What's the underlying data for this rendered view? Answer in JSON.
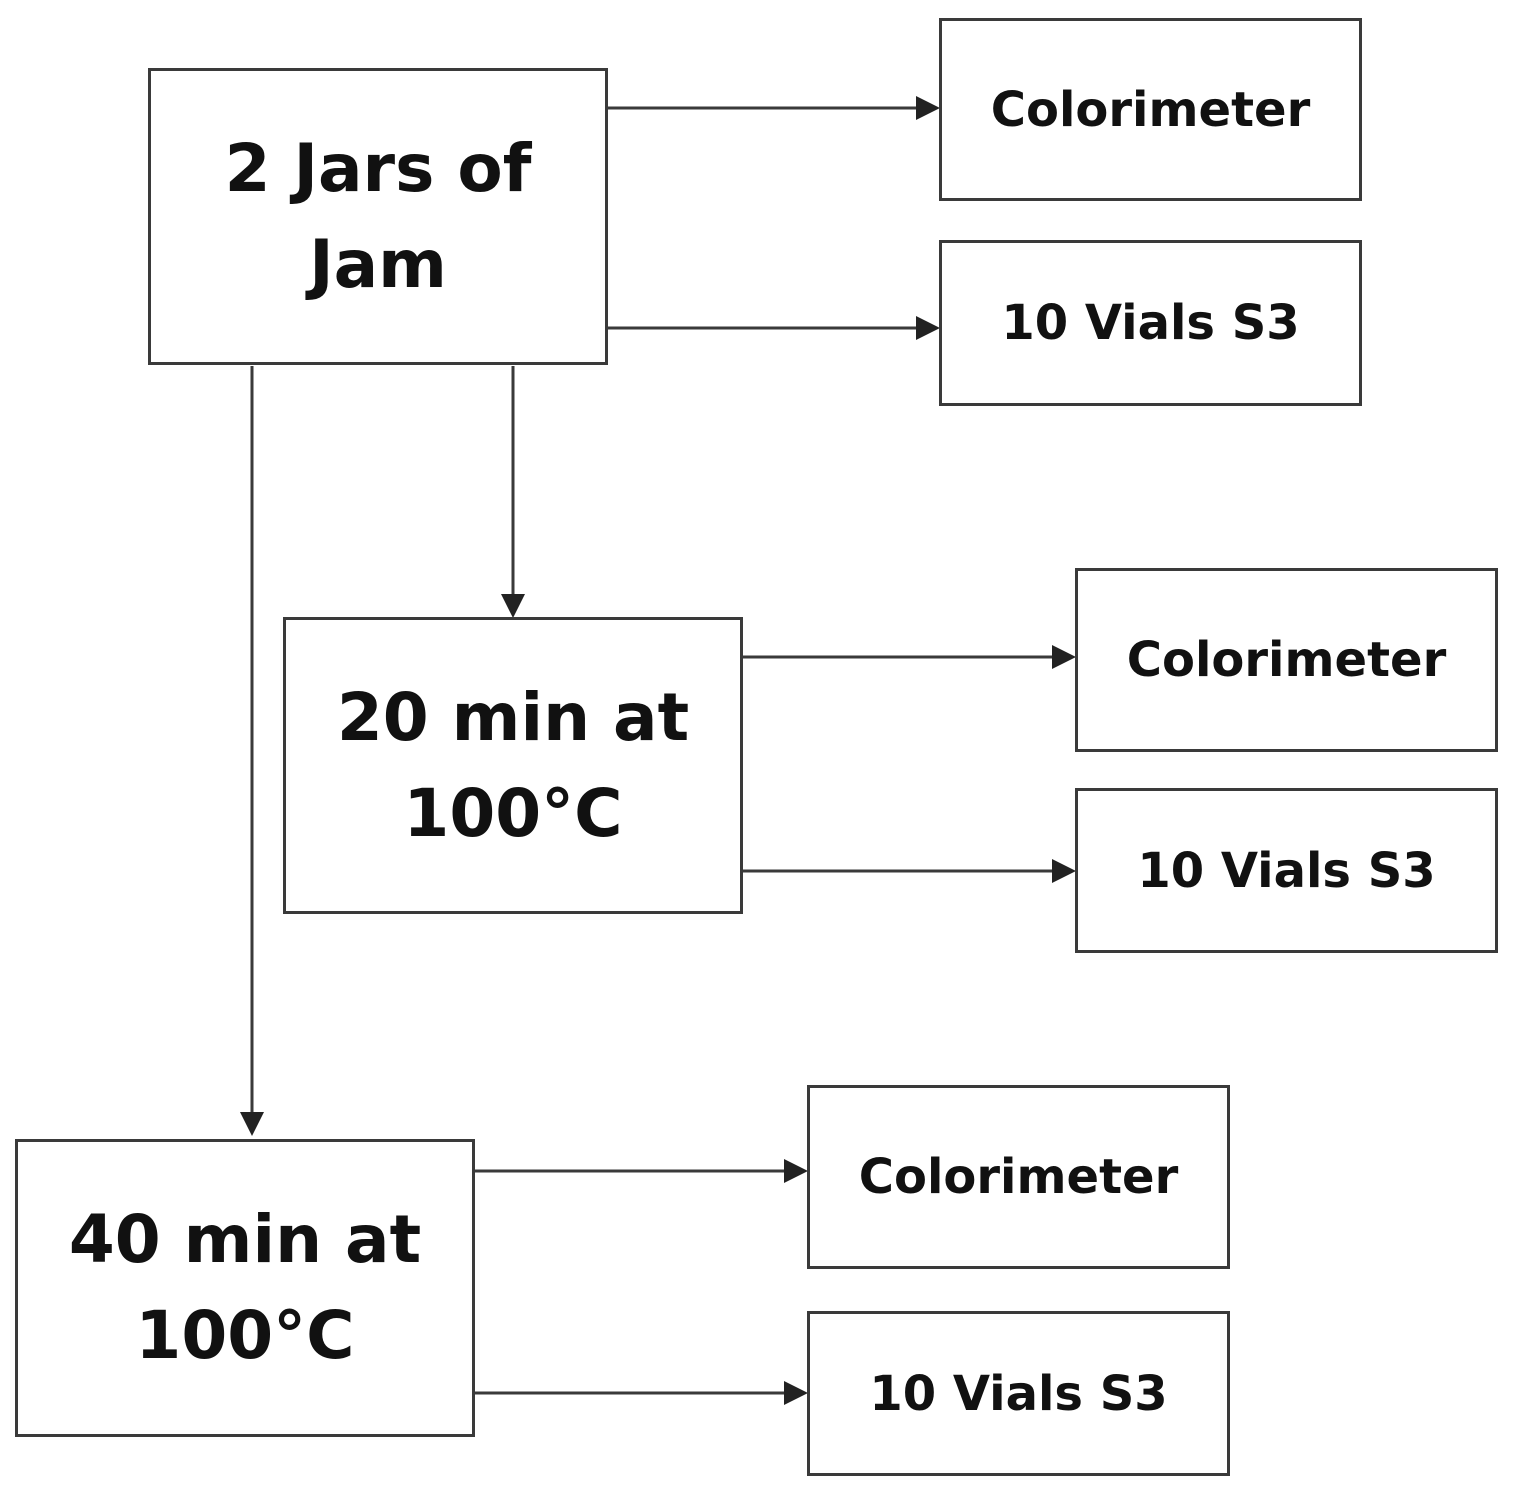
{
  "nodes": {
    "start": {
      "lines": [
        "2 Jars of",
        "Jam"
      ]
    },
    "step20": {
      "lines": [
        "20 min at",
        "100°C"
      ]
    },
    "step40": {
      "lines": [
        "40 min at",
        "100°C"
      ]
    },
    "start_colorimeter": {
      "label": "Colorimeter"
    },
    "start_vials": {
      "label": "10 Vials S3"
    },
    "step20_colorimeter": {
      "label": "Colorimeter"
    },
    "step20_vials": {
      "label": "10 Vials S3"
    },
    "step40_colorimeter": {
      "label": "Colorimeter"
    },
    "step40_vials": {
      "label": "10 Vials S3"
    }
  }
}
